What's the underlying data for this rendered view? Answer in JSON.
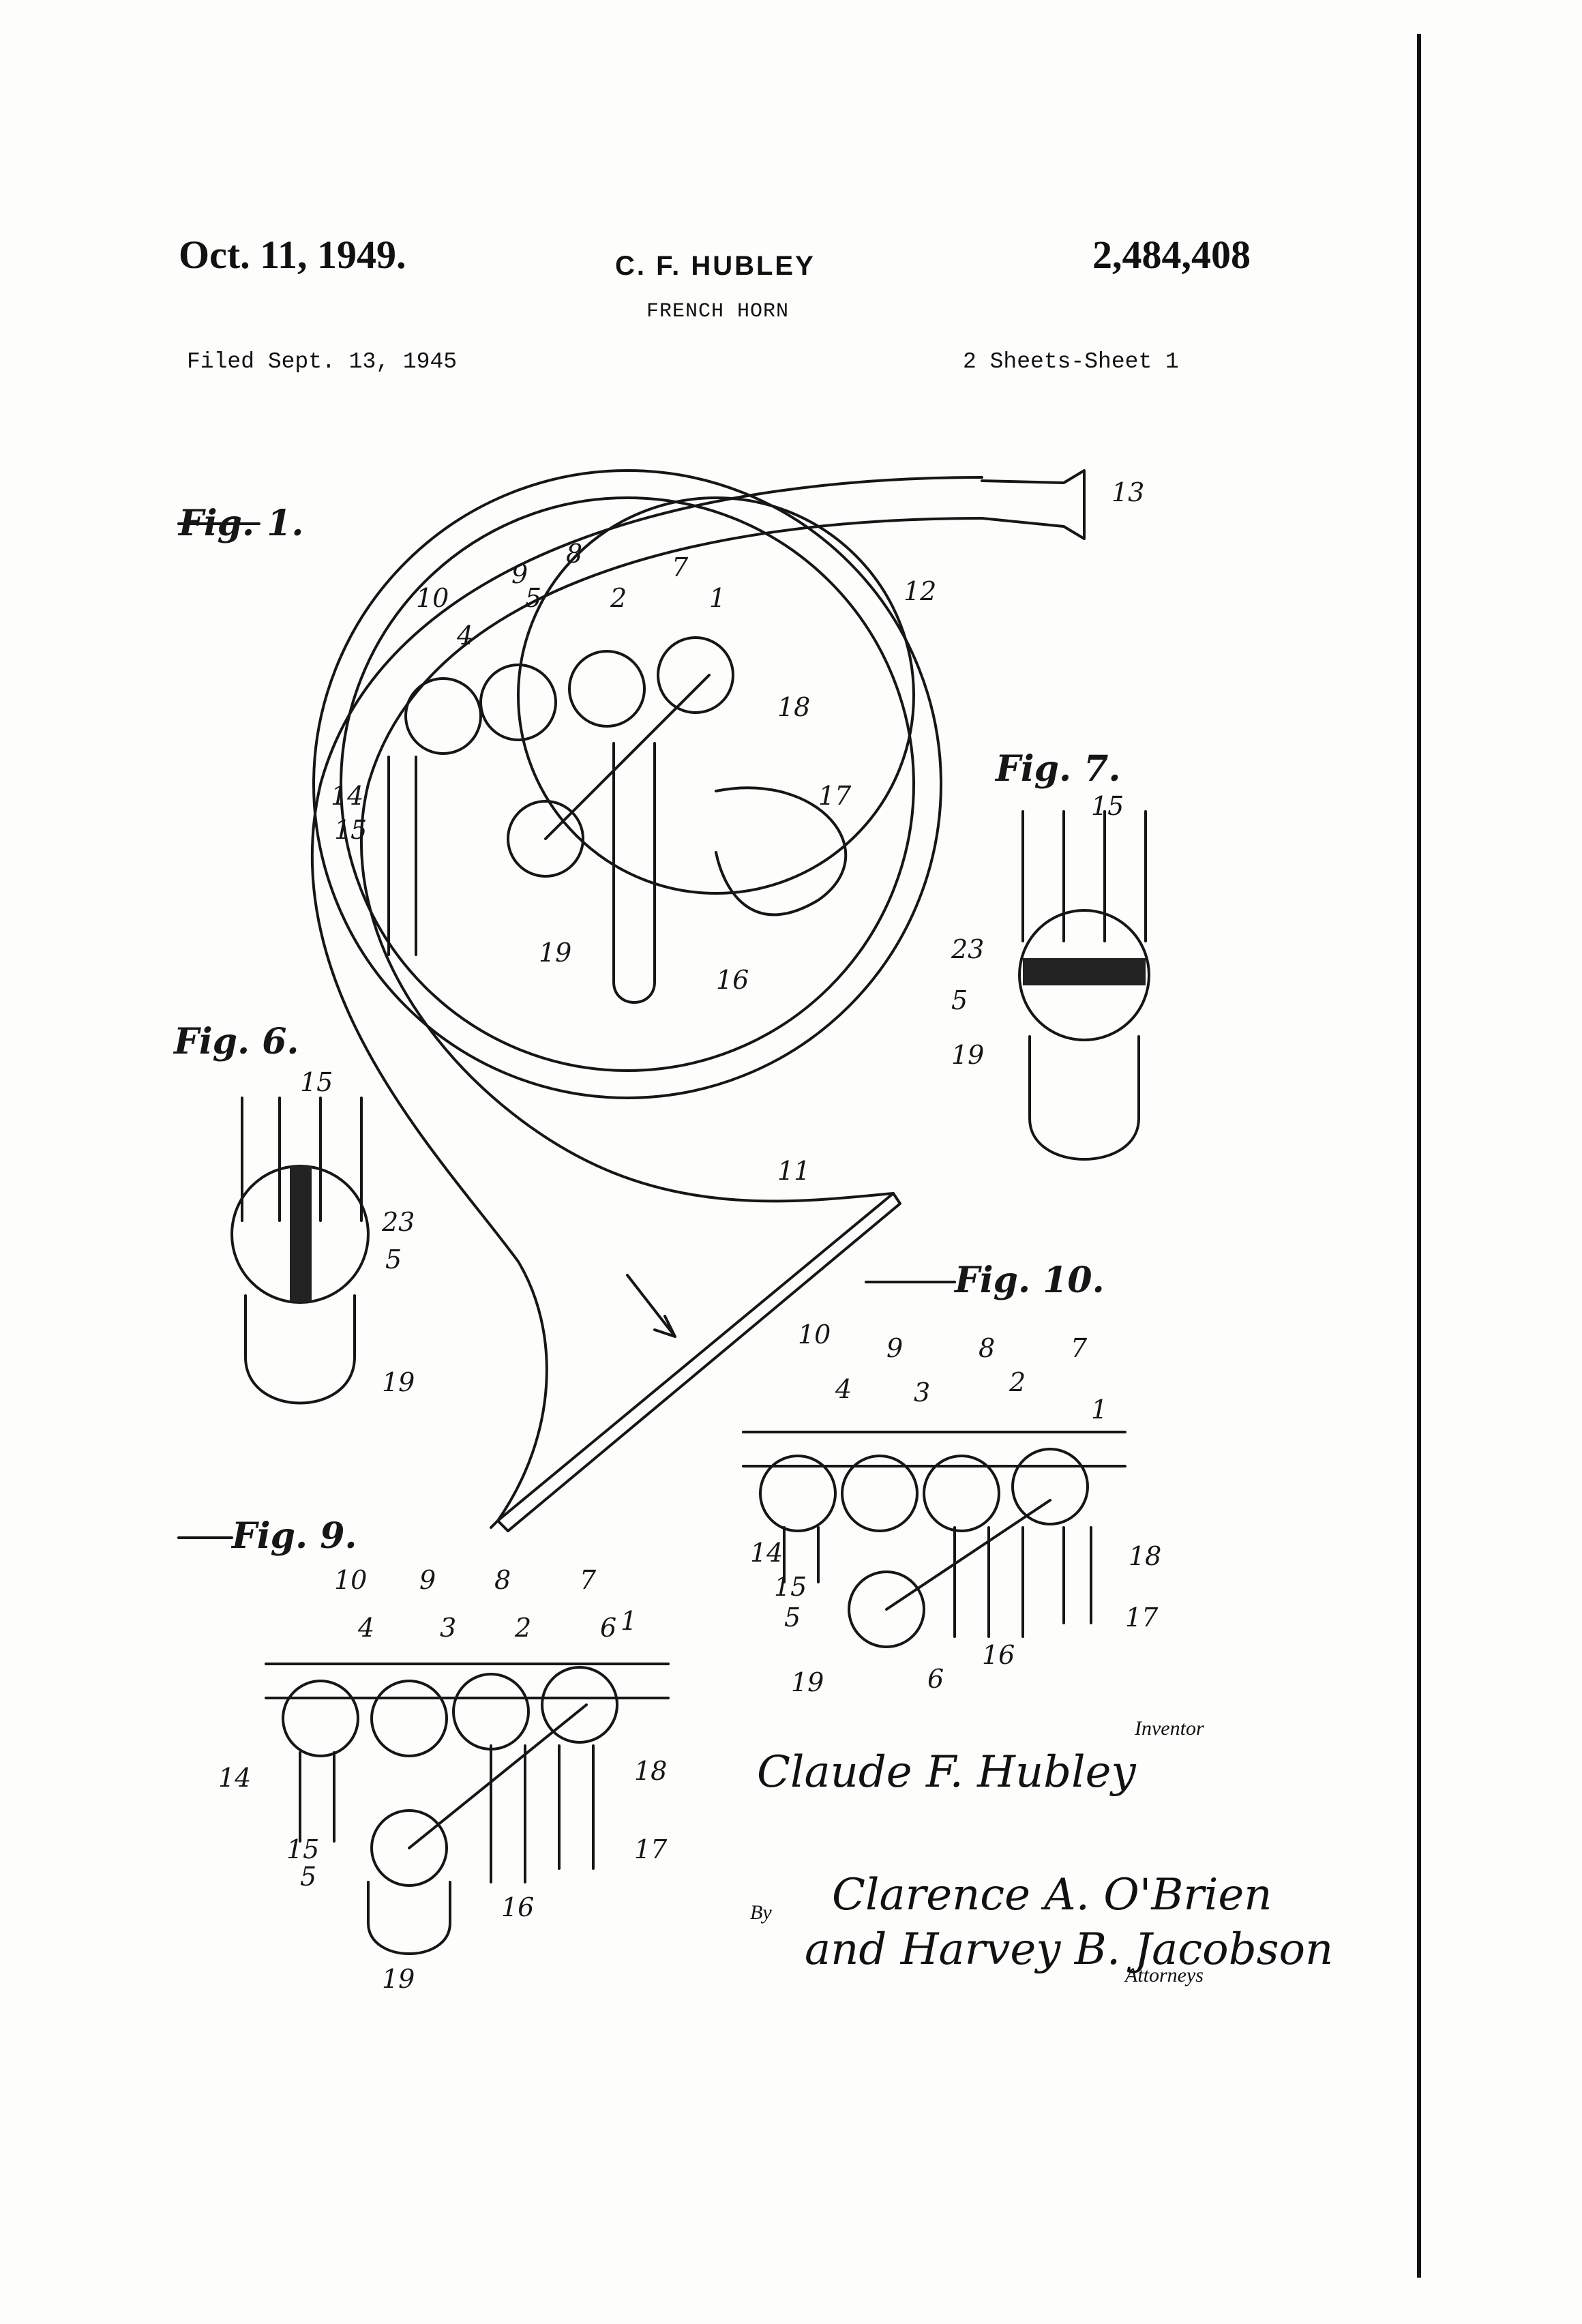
{
  "header": {
    "date": "Oct. 11, 1949.",
    "inventor_name": "C. F. HUBLEY",
    "patent_number": "2,484,408",
    "title": "FRENCH HORN",
    "filed": "Filed Sept. 13, 1945",
    "sheets": "2 Sheets-Sheet 1"
  },
  "figures": {
    "fig1": "Fig. 1.",
    "fig6": "Fig. 6.",
    "fig7": "Fig. 7.",
    "fig9": "Fig. 9.",
    "fig10": "Fig. 10."
  },
  "reference_numerals": {
    "fig1": [
      "13",
      "12",
      "10",
      "9",
      "8",
      "7",
      "5",
      "2",
      "1",
      "4",
      "18",
      "14",
      "15",
      "17",
      "19",
      "16",
      "11"
    ],
    "fig6": [
      "15",
      "23",
      "5",
      "19"
    ],
    "fig7": [
      "15",
      "23",
      "5",
      "19"
    ],
    "fig9": [
      "10",
      "9",
      "8",
      "7",
      "4",
      "3",
      "2",
      "6",
      "1",
      "14",
      "18",
      "15",
      "5",
      "16",
      "17",
      "19"
    ],
    "fig10": [
      "10",
      "9",
      "8",
      "7",
      "4",
      "3",
      "2",
      "1",
      "14",
      "18",
      "15",
      "5",
      "16",
      "17",
      "19",
      "6"
    ]
  },
  "signature_block": {
    "inventor_label": "Inventor",
    "inventor_signature": "Claude F. Hubley",
    "by_label": "By",
    "attorneys_signature_line1": "Clarence A. O'Brien",
    "attorneys_signature_line2": "and Harvey B. Jacobson",
    "attorneys_label": "Attorneys"
  }
}
